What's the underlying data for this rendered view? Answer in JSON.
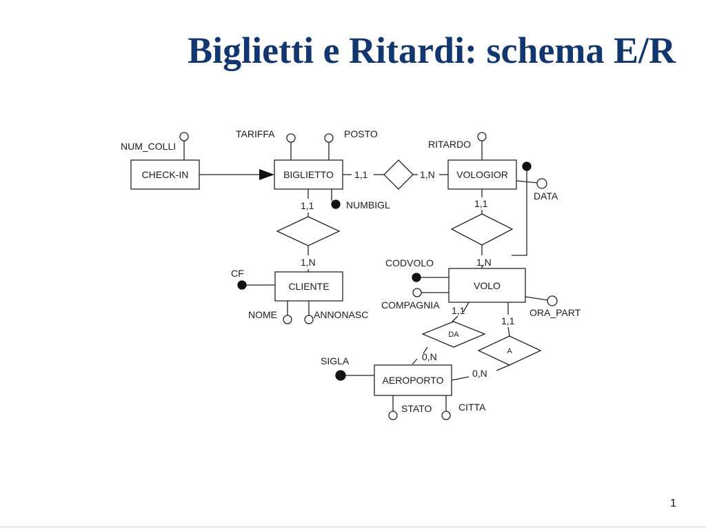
{
  "title": "Biglietti e Ritardi: schema E/R",
  "page_number": "1",
  "entities": {
    "checkin": "CHECK-IN",
    "biglietto": "BIGLIETTO",
    "vologior": "VOLOGIOR",
    "cliente": "CLIENTE",
    "volo": "VOLO",
    "aeroporto": "AEROPORTO"
  },
  "relationships": {
    "da": "DA",
    "a": "A"
  },
  "attributes": {
    "num_colli": "NUM_COLLI",
    "tariffa": "TARIFFA",
    "posto": "POSTO",
    "numbigl": "NUMBIGL",
    "ritardo": "RITARDO",
    "data": "DATA",
    "cf": "CF",
    "nome": "NOME",
    "annonasc": "ANNONASC",
    "codvolo": "CODVOLO",
    "compagnia": "COMPAGNIA",
    "ora_part": "ORA_PART",
    "sigla": "SIGLA",
    "stato": "STATO",
    "citta": "CITTA"
  },
  "cardinalities": {
    "biglietto_vologior_left": "1,1",
    "biglietto_vologior_right": "1,N",
    "biglietto_cliente_top": "1,1",
    "biglietto_cliente_bottom": "1,N",
    "vologior_volo_top": "1,1",
    "vologior_volo_bottom": "1,N",
    "volo_da": "1,1",
    "da_aeroporto": "0,N",
    "volo_a": "1,1",
    "a_aeroporto": "0,N"
  }
}
